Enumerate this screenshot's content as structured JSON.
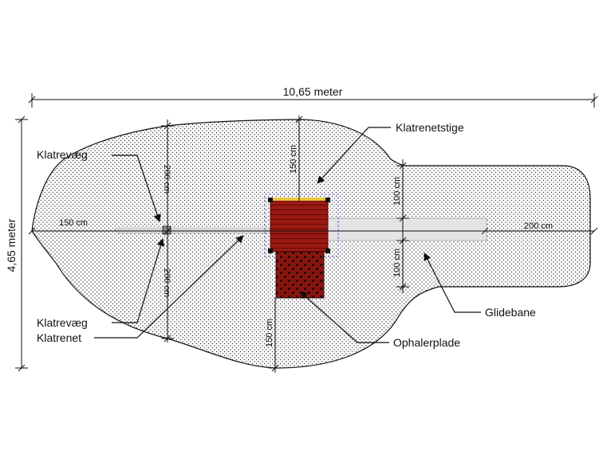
{
  "dimensions": {
    "total_width": "10,65 meter",
    "total_height": "4,65 meter",
    "left_150": "150 cm",
    "top_200": "200 cm",
    "bottom_200": "200 cm",
    "top_150": "150 cm",
    "bottom_150": "150 cm",
    "right_top_100": "100 cm",
    "right_bottom_100": "100 cm",
    "right_200": "200 cm"
  },
  "labels": {
    "klatrevaeg_top": "Klatrevæg",
    "klatrevaeg_bottom": "Klatrevæg",
    "klatrenet": "Klatrenet",
    "klatrenetstige": "Klatrenetstige",
    "glidebane": "Glidebane",
    "ophalerplade": "Ophalerplade"
  },
  "colors": {
    "tower_red": "#9b1a12",
    "tower_dark": "#5a0c08",
    "slide_grey": "#e4e4e4",
    "dot_pattern": "#333333"
  }
}
